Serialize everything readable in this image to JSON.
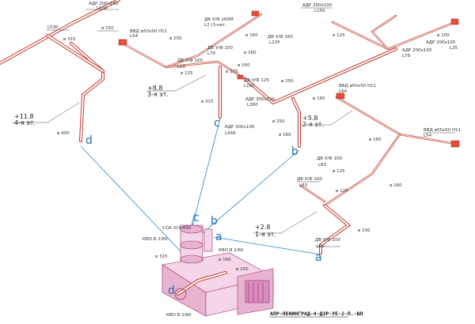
{
  "labels": {
    "adr200x160": "АДР 200х160",
    "l530": "L530",
    "l530b": "L530",
    "d250_top": "ø 250",
    "d315_top": "ø 315",
    "adr200x100_tr": "АДР 200х100",
    "l150": "L150",
    "vvd_l54": "ВВД ø50х50 Н11",
    "l54": "L54",
    "d250_m": "ø 250",
    "dvu_160m": "ДВ У/Ф 160М",
    "l2": "L2 (3-нет.",
    "d160_a": "ø 160",
    "dvu_160_b": "ДВ У/Ф 160",
    "l225": "L225",
    "dvu_100": "ДВ У/Ф 100",
    "l70": "L70",
    "d160_b": "ø 160",
    "dvu_100b": "ДВ У/Ф 100",
    "l50": "L50",
    "d125_a": "ø 125",
    "d160_c": "ø 160",
    "d125_b": "ø 125",
    "dvu_125": "ДВ У/Ф 125",
    "l160": "L160",
    "d100_r": "ø 100",
    "adr200x100_r": "АДР 200х100",
    "l78": "L78",
    "adr200x100_rr": "АДР 200х100",
    "l35": "L35",
    "mark_8_8": "+8.8",
    "floor3": "3-я эт.",
    "d250_mid": "ø 250",
    "d315_mid": "ø 315",
    "adr300x100": "АДР 300х100",
    "l360": "L360",
    "vvd_l64": "ВВД ø50х50 Н11",
    "l64": "L64",
    "d160_mid": "ø 160",
    "mark_11_8": "+11.8",
    "floor4": "4-я эт.",
    "d400": "ø 400",
    "d250_c": "ø 250",
    "adr300x100_b": "АДР 300х100",
    "l446": "L446",
    "d160_d": "ø 160",
    "mark_5_8": "+5.8",
    "floor2": "2-я эт.",
    "d160_e": "ø 160",
    "vvd_l54b": "ВВД ø50х50 Н11",
    "l54b": "L54",
    "dvu_100c": "ДВ У/Ф 100",
    "l83": "L83",
    "d125_c": "ø 125",
    "dvu_100d": "ДВ У/Ф 100",
    "l83b": "L83",
    "d125_d": "ø 125",
    "d160_f": "ø 160",
    "mark_2_8": "+2.8",
    "floor1": "1-я эт.",
    "d100_low": "ø 100",
    "dvu_100e": "ДВ У/Ф 100",
    "l60": "L60",
    "coa": "СОА 315-600",
    "kv0": "КВО В 2/60",
    "d315_low": "ø 315",
    "d160_low": "ø 160",
    "kv0b": "КВО В 2/60",
    "d250_low": "ø 250",
    "kv0c": "КВО В 2/60",
    "title_block": "АПР-ЛЕНИНГРАД-4-ДЗР-УЕ-2-П.-ВЛ"
  },
  "letters": {
    "d_upper": "d",
    "c_upper": "c",
    "b_mid": "b",
    "c_lower": "c",
    "b_lower": "b",
    "a_mid": "a",
    "a_right": "a",
    "d_lower": "d"
  }
}
